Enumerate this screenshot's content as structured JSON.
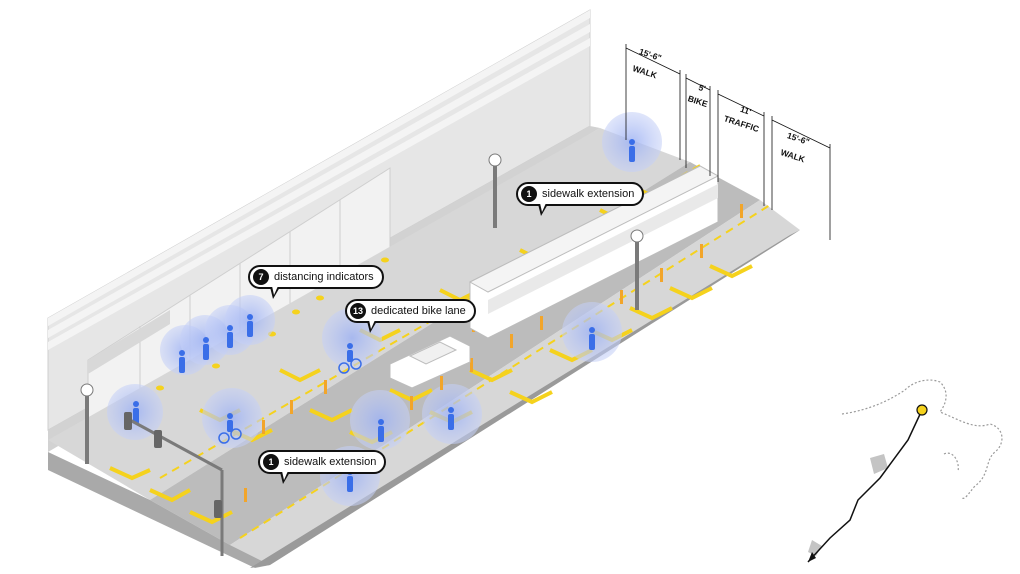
{
  "callouts": [
    {
      "number": "1",
      "text": "sidewalk extension"
    },
    {
      "number": "7",
      "text": "distancing indicators"
    },
    {
      "number": "13",
      "text": "dedicated bike lane"
    },
    {
      "number": "1",
      "text": "sidewalk extension"
    }
  ],
  "dimensions": [
    {
      "size": "15'-6\"",
      "label": "WALK"
    },
    {
      "size": "5'",
      "label": "BIKE"
    },
    {
      "size": "11'",
      "label": "TRAFFIC"
    },
    {
      "size": "15'-6\"",
      "label": "WALK"
    }
  ],
  "colors": {
    "yellow": "#f5d21d",
    "orange_cone": "#f2a52a",
    "person_blue": "#3a6ee8",
    "halo_blue": "#a7b8f2",
    "sidewalk": "#d7d7d7",
    "road": "#bdbdbd",
    "curb": "#8e8e8e",
    "building": "#e4e4e4",
    "vehicle": "#ffffff"
  }
}
